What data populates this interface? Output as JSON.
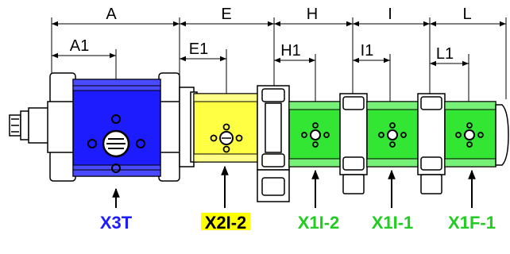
{
  "dimensions": {
    "A": "A",
    "A1": "A1",
    "E": "E",
    "E1": "E1",
    "H": "H",
    "H1": "H1",
    "I": "I",
    "I1": "I1",
    "L": "L",
    "L1": "L1"
  },
  "sections": [
    {
      "label": "X3T",
      "color": "#1c1cff"
    },
    {
      "label": "X2I-2",
      "color": "#ffff33",
      "highlight": "#ffff00"
    },
    {
      "label": "X1I-2",
      "color": "#33dd33"
    },
    {
      "label": "X1I-1",
      "color": "#33dd33"
    },
    {
      "label": "X1F-1",
      "color": "#33dd33"
    }
  ],
  "colors": {
    "x3t_body": "#1c1cff",
    "x2i_body": "#ffff44",
    "x1_body": "#33e633",
    "flange": "#ffffff",
    "outline": "#000000",
    "label_blue": "#1c1cff",
    "label_green": "#22cc22"
  }
}
